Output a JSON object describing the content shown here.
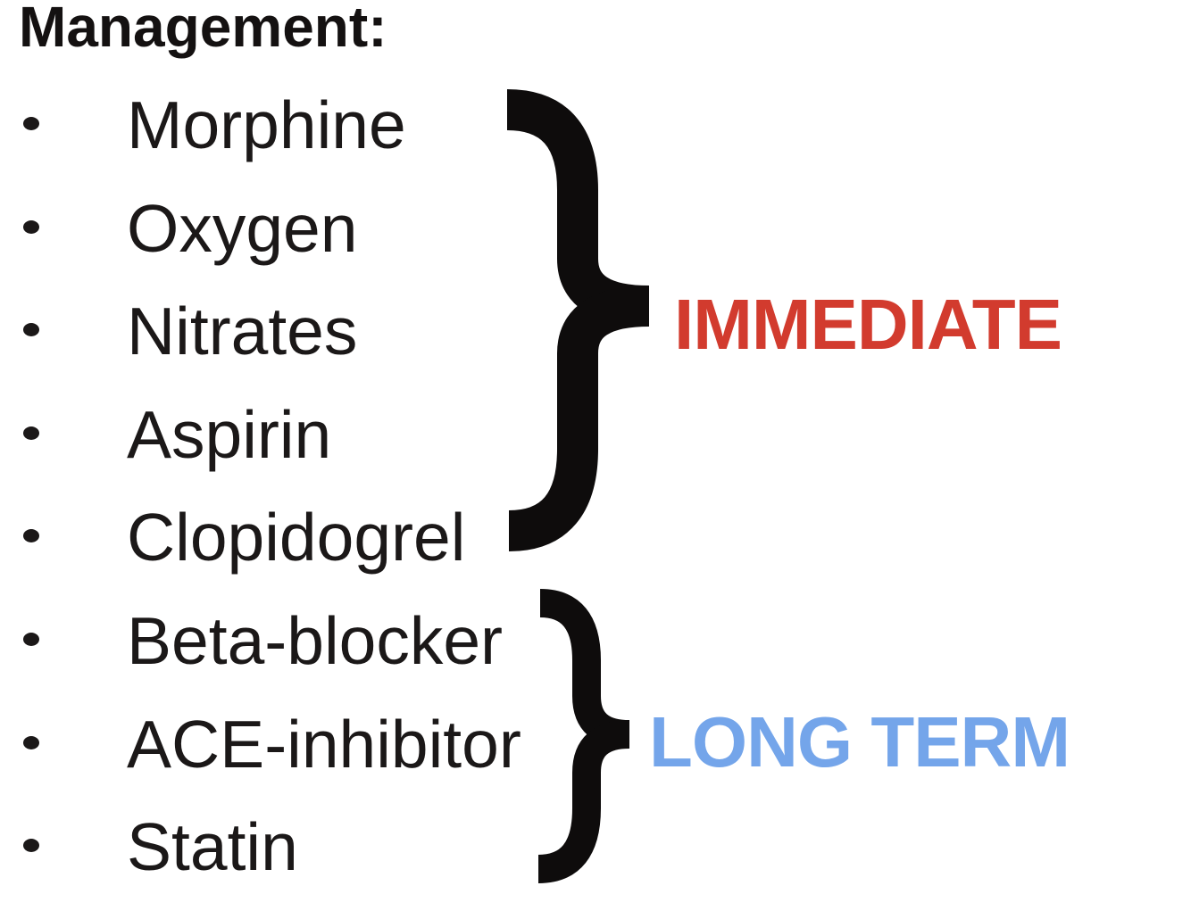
{
  "slide": {
    "title": "Management:",
    "bullet_items": [
      "Morphine",
      "Oxygen",
      "Nitrates",
      "Aspirin",
      "Clopidogrel",
      "Beta-blocker",
      "ACE-inhibitor",
      "Statin"
    ],
    "groups": [
      {
        "label": "IMMEDIATE",
        "color": "#d23b2e",
        "items": [
          "Morphine",
          "Oxygen",
          "Nitrates",
          "Aspirin",
          "Clopidogrel"
        ]
      },
      {
        "label": "LONG TERM",
        "color": "#74a5ea",
        "items": [
          "Beta-blocker",
          "ACE-inhibitor",
          "Statin"
        ]
      }
    ],
    "colors": {
      "text": "#1b1818",
      "background": "#ffffff",
      "brace": "#0e0c0c"
    }
  }
}
